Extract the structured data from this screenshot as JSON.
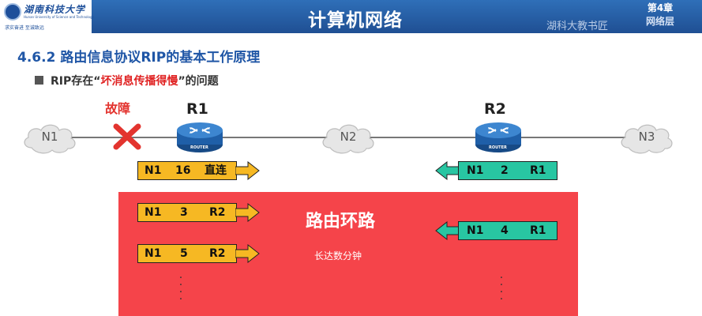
{
  "header": {
    "logo_name": "湖南科技大学",
    "logo_en": "Hunan University of Science and Technology",
    "logo_motto": "求实奋进   至诚致远",
    "title": "计算机网络",
    "watermark": "湖科大教书匠",
    "chapter": "第4章",
    "chapter_sub": "网络层"
  },
  "section_title": "4.6.2 路由信息协议RIP的基本工作原理",
  "bullet": {
    "prefix": "RIP存在“",
    "highlight": "坏消息传播得慢",
    "suffix": "”的问题"
  },
  "diagram": {
    "networks": [
      "N1",
      "N2",
      "N3"
    ],
    "routers": [
      {
        "name": "R1",
        "device_label": "ROUTER"
      },
      {
        "name": "R2",
        "device_label": "ROUTER"
      }
    ],
    "fault_label": "故障",
    "r1_entries": [
      {
        "dest": "N1",
        "dist": "16",
        "next": "直连"
      },
      {
        "dest": "N1",
        "dist": "3",
        "next": "R2"
      },
      {
        "dest": "N1",
        "dist": "5",
        "next": "R2"
      }
    ],
    "r2_entries": [
      {
        "dest": "N1",
        "dist": "2",
        "next": "R1"
      },
      {
        "dest": "N1",
        "dist": "4",
        "next": "R1"
      }
    ],
    "loop_title": "路由环路",
    "loop_subtitle": "长达数分钟",
    "colors": {
      "loop_box": "#f5444a",
      "r1_entry": "#f6b823",
      "r2_entry": "#28c6a2",
      "fault": "#e3342f",
      "router": "#1f5fa8"
    }
  }
}
